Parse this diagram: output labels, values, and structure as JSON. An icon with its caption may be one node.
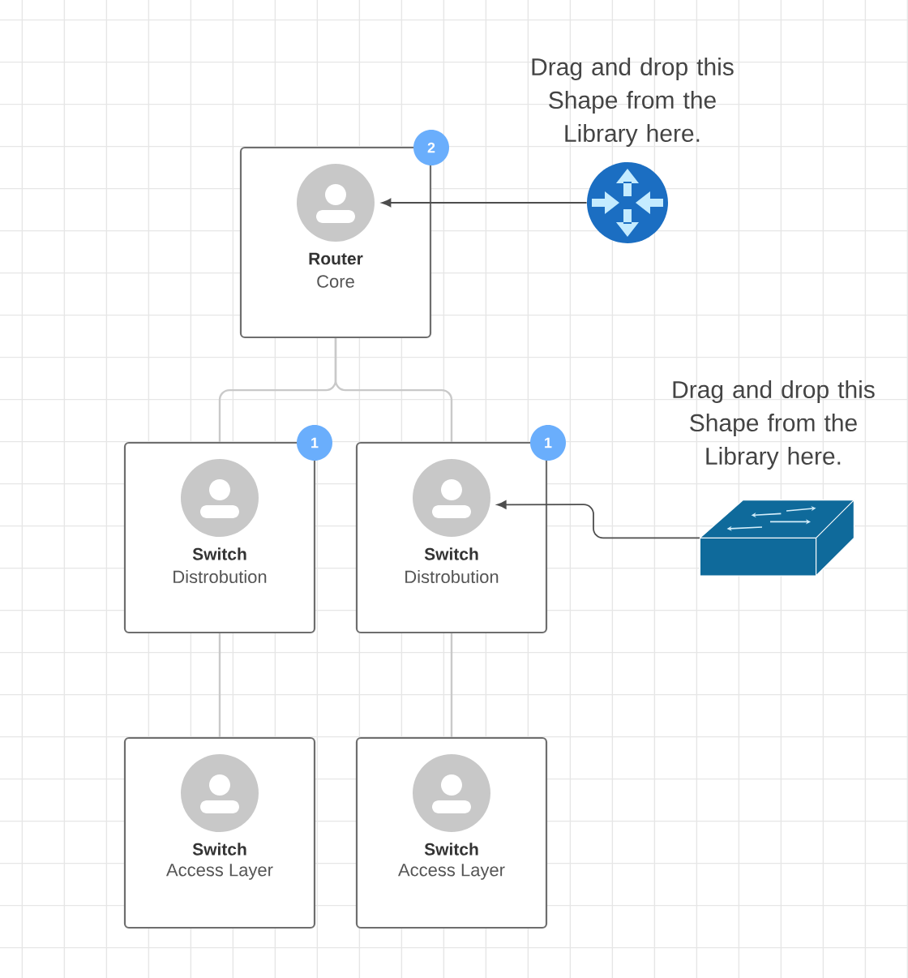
{
  "diagram": {
    "nodes": [
      {
        "text": [
          "Router",
          "Core"
        ]
      },
      {
        "text": [],
        "shape": "person",
        "in": 0
      },
      {
        "text": [
          "2"
        ]
      },
      {
        "text": [],
        "shape": "picture",
        "beside": [
          "Drag and drop this Shape from the Library here."
        ]
      },
      {
        "text": [
          "Switch",
          "Distrobution"
        ]
      },
      {
        "text": [],
        "shape": "person",
        "in": 4
      },
      {
        "text": [
          "1"
        ]
      },
      {
        "text": [
          "Switch",
          "Distrobution"
        ]
      },
      {
        "text": [],
        "shape": "person",
        "in": 7
      },
      {
        "text": [
          "1"
        ]
      },
      {
        "text": [],
        "shape": "picture",
        "beside": [
          "Drag and drop this Shape from the Library here."
        ]
      },
      {
        "text": [
          "Switch",
          "Access Layer"
        ]
      },
      {
        "text": [],
        "shape": "person",
        "in": 11
      },
      {
        "text": [
          "Switch",
          "Access Layer"
        ]
      },
      {
        "text": [],
        "shape": "person",
        "in": 13
      }
    ],
    "edges": [
      {
        "from": 3,
        "to": 1,
        "arrow": "to",
        "color": "#4d4d4d"
      },
      {
        "from": 0,
        "to": 4,
        "arrow": "none"
      },
      {
        "from": 0,
        "to": 7,
        "arrow": "none"
      },
      {
        "from": 10,
        "to": 8,
        "arrow": "to",
        "color": "#4d4d4d"
      },
      {
        "from": 4,
        "to": 11,
        "arrow": "none"
      },
      {
        "from": 7,
        "to": 13,
        "arrow": "none"
      }
    ]
  }
}
